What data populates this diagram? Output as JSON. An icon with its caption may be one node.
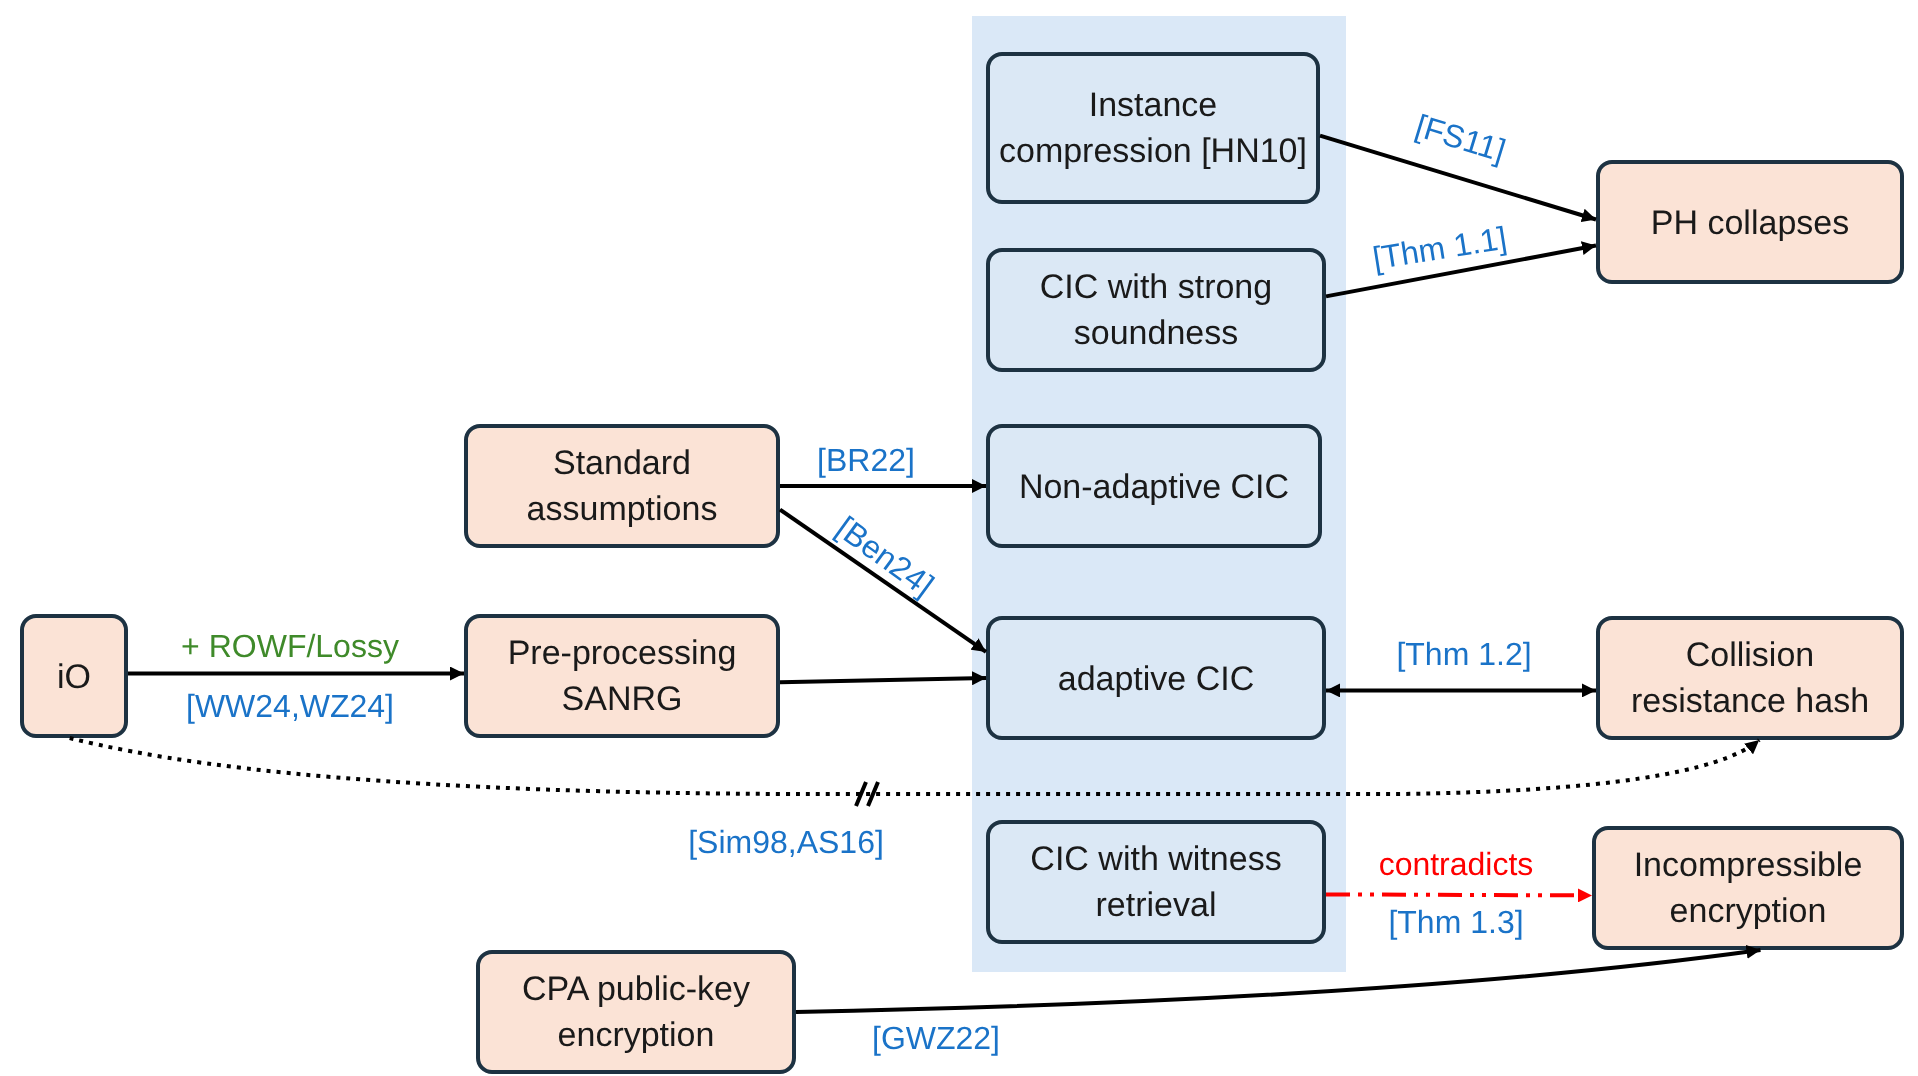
{
  "diagram": {
    "nodes": [
      {
        "text": [],
        "shape": "band"
      },
      {
        "text": [
          "Instance compression [HN10]"
        ],
        "in": 0
      },
      {
        "text": [
          "CIC with strong soundness"
        ],
        "in": 0
      },
      {
        "text": [
          "Non-adaptive CIC"
        ],
        "in": 0
      },
      {
        "text": [
          "adaptive CIC"
        ],
        "in": 0
      },
      {
        "text": [
          "CIC with witness retrieval"
        ],
        "in": 0
      },
      {
        "text": [
          "PH collapses"
        ]
      },
      {
        "text": [
          "Standard assumptions"
        ]
      },
      {
        "text": [
          "iO"
        ]
      },
      {
        "text": [
          "Pre-processing SANRG"
        ]
      },
      {
        "text": [
          "Collision resistance hash"
        ]
      },
      {
        "text": [
          "Incompressible encryption"
        ]
      },
      {
        "text": [
          "CPA public-key encryption"
        ]
      }
    ],
    "edges": [
      {
        "from": 1,
        "to": 6,
        "arrow": "to",
        "label": "[FS11]"
      },
      {
        "from": 2,
        "to": 6,
        "arrow": "to",
        "label": "[Thm 1.1]"
      },
      {
        "from": 7,
        "to": 3,
        "arrow": "to",
        "label": "[BR22]"
      },
      {
        "from": 7,
        "to": 4,
        "arrow": "to",
        "label": "[Ben24]"
      },
      {
        "from": 8,
        "to": 9,
        "arrow": "to",
        "label": "+ ROWF/Lossy"
      },
      {
        "from": 9,
        "to": 4,
        "arrow": "to"
      },
      {
        "from": 4,
        "to": 10,
        "arrow": "both",
        "label": "[Thm 1.2]"
      },
      {
        "from": 8,
        "to": 10,
        "arrow": "to",
        "style": "dashed",
        "label": "[Sim98,AS16]"
      },
      {
        "from": 5,
        "to": 11,
        "arrow": "to",
        "style": "dashed",
        "color": "#ff0000",
        "label": "contradicts"
      },
      {
        "from": 12,
        "to": 11,
        "arrow": "to",
        "label": "[GWZ22]"
      }
    ],
    "labels": [
      "[WW24,WZ24]",
      "[Thm 1.3]"
    ]
  }
}
